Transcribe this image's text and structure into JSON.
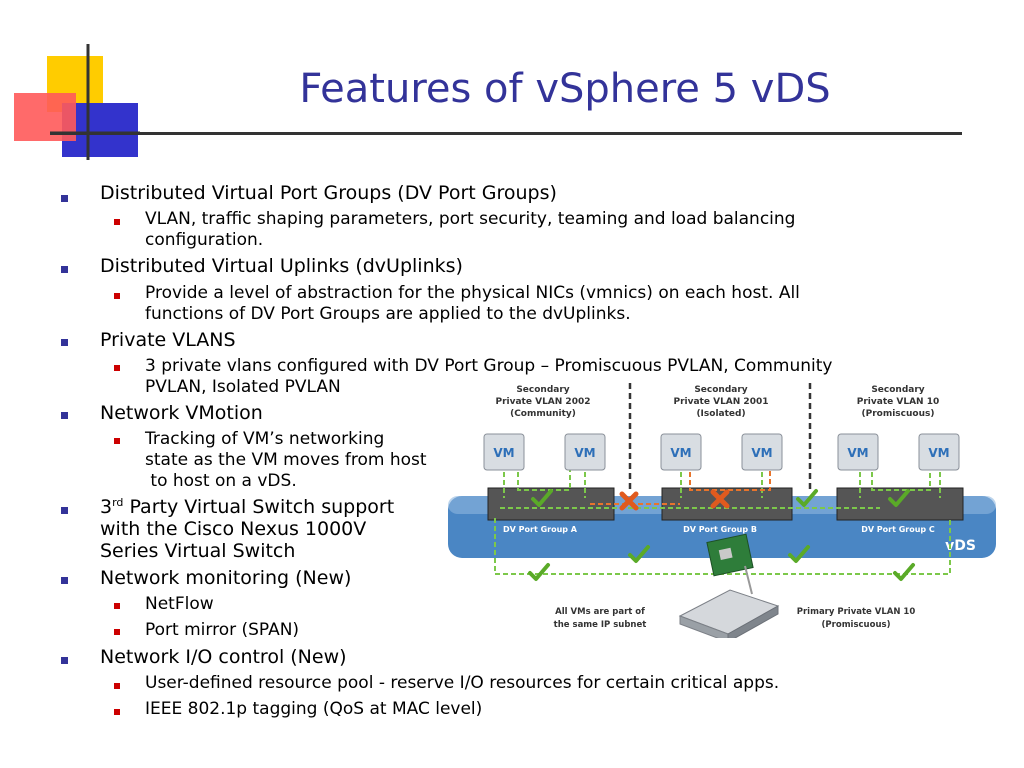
{
  "slide": {
    "title": "Features of vSphere 5 vDS",
    "bullets": [
      {
        "text": "Distributed Virtual Port Groups (DV Port Groups)",
        "sub": [
          "VLAN, traffic shaping parameters, port security, teaming and load balancing",
          "configuration."
        ]
      },
      {
        "text": "Distributed Virtual Uplinks (dvUplinks)",
        "sub": [
          "Provide a level of abstraction for the physical NICs (vmnics) on each host. All",
          "functions of DV Port Groups are applied to the dvUplinks."
        ]
      },
      {
        "text": "Private VLANS",
        "sub": [
          "3 private vlans configured with DV Port Group – Promiscuous PVLAN, Community",
          "PVLAN, Isolated PVLAN"
        ]
      },
      {
        "text": "Network VMotion",
        "sub": [
          "Tracking of VM’s networking",
          "state as the VM moves from host",
          " to host on a vDS."
        ]
      },
      {
        "text_pre": "3",
        "text_sup": "rd",
        "text_post": " Party Virtual Switch support",
        "text_lines": [
          "with the Cisco Nexus 1000V",
          "Series Virtual Switch"
        ]
      },
      {
        "text": "Network monitoring (New)",
        "sub": [
          "NetFlow",
          "Port mirror (SPAN)"
        ]
      },
      {
        "text": "Network I/O control (New)",
        "sub": [
          "User-defined resource pool - reserve I/O resources for certain critical apps.",
          "IEEE 802.1p tagging (QoS at MAC level)"
        ]
      }
    ]
  },
  "diagram": {
    "vlans": [
      {
        "l1": "Secondary",
        "l2": "Private VLAN 2002",
        "l3": "(Community)"
      },
      {
        "l1": "Secondary",
        "l2": "Private VLAN 2001",
        "l3": "(Isolated)"
      },
      {
        "l1": "Secondary",
        "l2": "Private VLAN 10",
        "l3": "(Promiscuous)"
      }
    ],
    "vm_label": "VM",
    "port_groups": [
      "DV Port Group A",
      "DV Port Group B",
      "DV Port Group C"
    ],
    "vds_label": "vDS",
    "bottom_left": [
      "All VMs are part of",
      "the same IP subnet"
    ],
    "bottom_right": [
      "Primary Private VLAN 10",
      "(Promiscuous)"
    ],
    "colors": {
      "title": "#333399",
      "l1_bullet": "#333399",
      "l2_bullet": "#cc0000",
      "vds_band": "#4a86c4",
      "check": "#5aaa28",
      "cross": "#e05a1e"
    }
  }
}
